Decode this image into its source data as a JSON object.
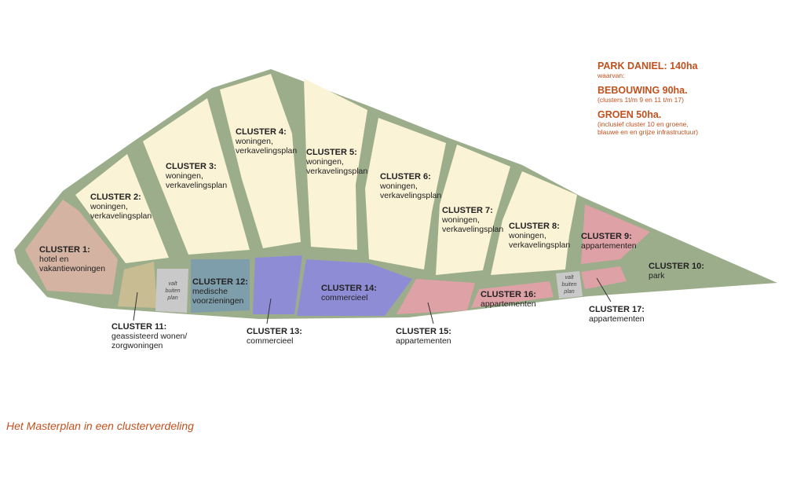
{
  "legend": {
    "park_title": "PARK DANIEL: 140ha",
    "park_sub": "waarvan:",
    "built_title": "BEBOUWING 90ha.",
    "built_sub": "(clusters 1t/m 9 en 11 t/m 17)",
    "green_title": "GROEN 50ha.",
    "green_sub_1": "(inclusief cluster 10 en groene,",
    "green_sub_2": "blauwe en en grijze infrastructuur)"
  },
  "clusters": [
    {
      "title": "CLUSTER 1:",
      "l1": "hotel en",
      "l2": "vakantiewoningen"
    },
    {
      "title": "CLUSTER 2:",
      "l1": "woningen,",
      "l2": "verkavelingsplan"
    },
    {
      "title": "CLUSTER 3:",
      "l1": "woningen,",
      "l2": "verkavelingsplan"
    },
    {
      "title": "CLUSTER 4:",
      "l1": "woningen,",
      "l2": "verkavelingsplan"
    },
    {
      "title": "CLUSTER 5:",
      "l1": "woningen,",
      "l2": "verkavelingsplan"
    },
    {
      "title": "CLUSTER 6:",
      "l1": "woningen,",
      "l2": "verkavelingsplan"
    },
    {
      "title": "CLUSTER 7:",
      "l1": "woningen,",
      "l2": "verkavelingsplan"
    },
    {
      "title": "CLUSTER 8:",
      "l1": "woningen,",
      "l2": "verkavelingsplan"
    },
    {
      "title": "CLUSTER 9:",
      "l1": "appartementen"
    },
    {
      "title": "CLUSTER 10:",
      "l1": "park"
    },
    {
      "title": "CLUSTER 11:",
      "l1": "geassisteerd wonen/",
      "l2": "zorgwoningen"
    },
    {
      "title": "CLUSTER 12:",
      "l1": "medische",
      "l2": "voorzieningen"
    },
    {
      "title": "CLUSTER 13:",
      "l1": "commercieel"
    },
    {
      "title": "CLUSTER 14:",
      "l1": "commercieel"
    },
    {
      "title": "CLUSTER 15:",
      "l1": "appartementen"
    },
    {
      "title": "CLUSTER 16:",
      "l1": "appartementen"
    },
    {
      "title": "CLUSTER 17:",
      "l1": "appartementen"
    }
  ],
  "outside_plan": {
    "l1": "valt",
    "l2": "buiten",
    "l3": "plan"
  },
  "caption": "Het Masterplan in een clusterverdeling",
  "colors": {
    "green": "#9cad8b",
    "cream": "#fbf3d6",
    "hotel": "#d4b3a3",
    "care": "#c8bc93",
    "grey": "#c9c9c9",
    "medical": "#7f9eab",
    "commercial": "#8f8cd6",
    "apartments": "#dda1a6",
    "accent": "#c0521f"
  }
}
